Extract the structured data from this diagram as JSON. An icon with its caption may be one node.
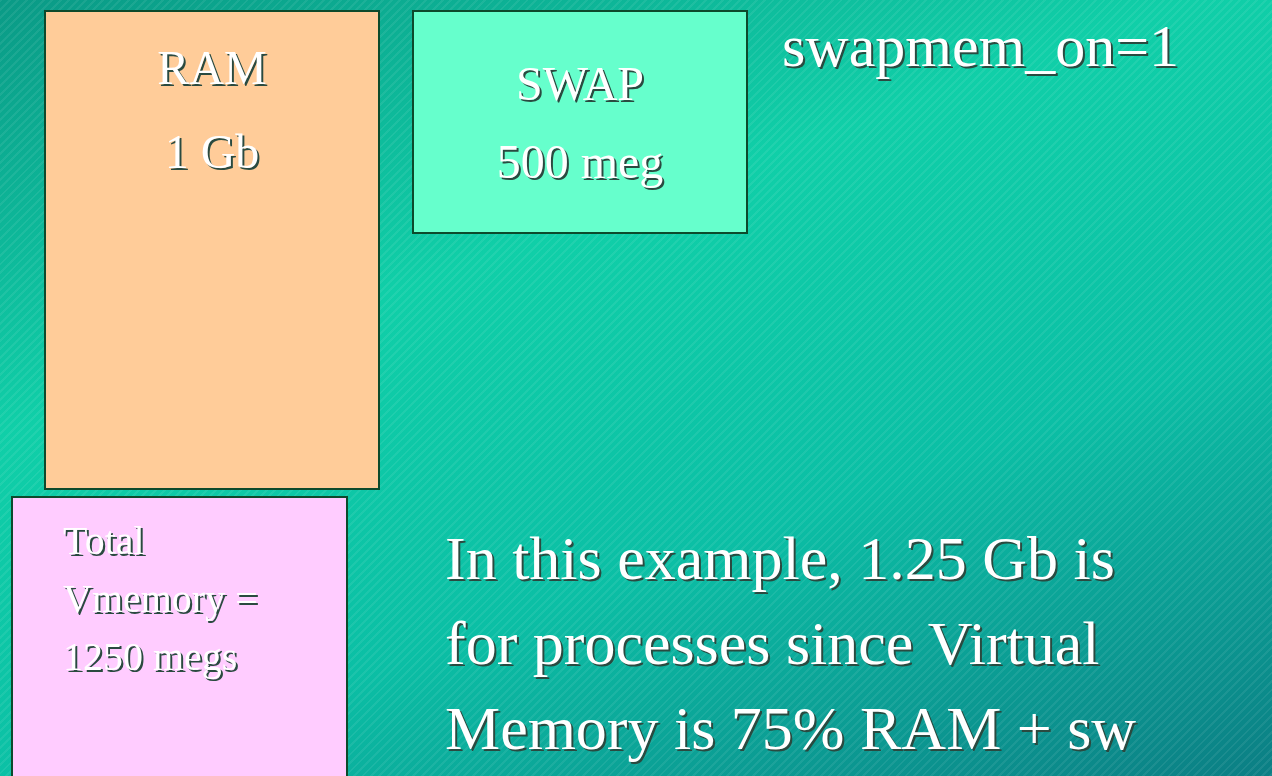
{
  "diagram": {
    "nodes": [
      {
        "text": [
          "RAM",
          "1 Gb"
        ]
      },
      {
        "text": [
          "SWAP",
          "500 meg"
        ]
      },
      {
        "text": [
          "Total Vmemory = 1250 megs"
        ]
      }
    ],
    "labels": [
      "swapmem_on=1",
      "In this example, 1.25 Gb is for processes since Virtual Memory is 75% RAM + sw"
    ]
  }
}
